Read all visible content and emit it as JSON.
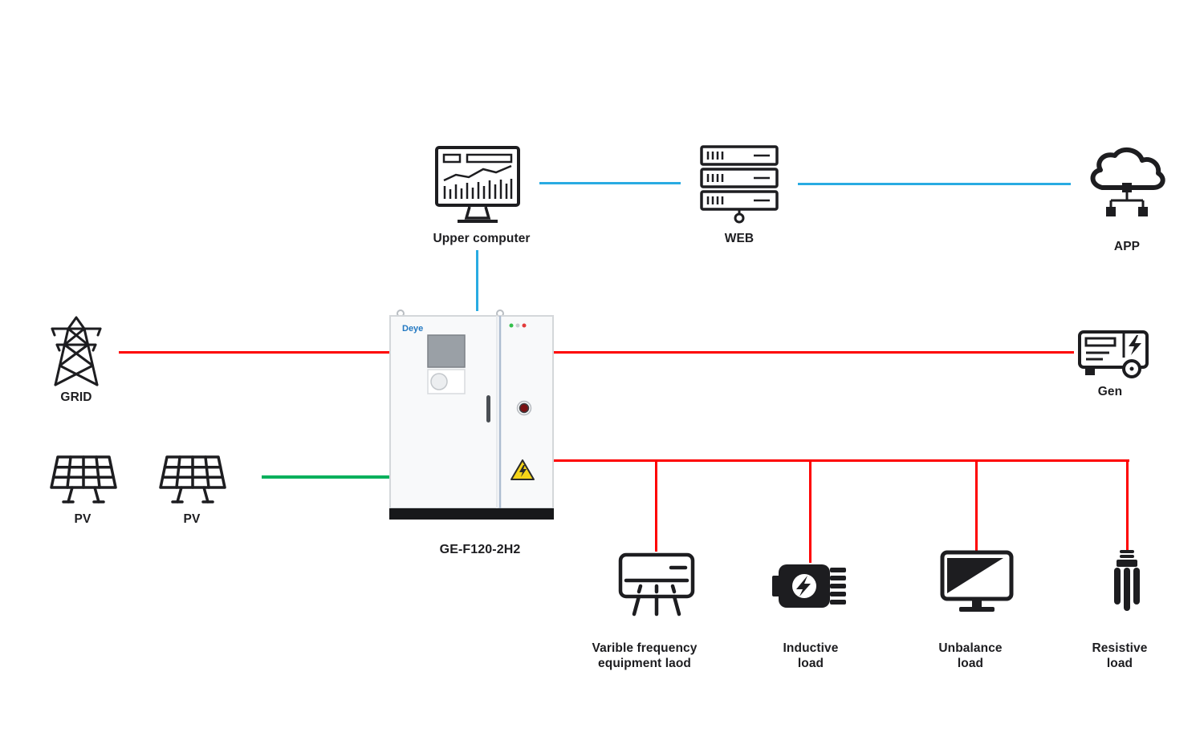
{
  "colors": {
    "communication_line": "#29abe2",
    "ac_line": "#fe0000",
    "pv_line": "#00b05c",
    "icon_color": "#1d1d20",
    "label_color": "#1d1d20",
    "warning_yellow": "#f5d418",
    "deye_blue": "#2479c2"
  },
  "nodes": {
    "upper_computer": {
      "label": "Upper computer"
    },
    "web": {
      "label": "WEB"
    },
    "app": {
      "label": "APP"
    },
    "grid": {
      "label": "GRID"
    },
    "gen": {
      "label": "Gen"
    },
    "pv_left": {
      "label": "PV"
    },
    "pv_right": {
      "label": "PV"
    },
    "cabinet": {
      "label": "GE-F120-2H2",
      "brand": "Deye"
    },
    "load_variable_frequency": {
      "line1": "Varible frequency",
      "line2": "equipment laod"
    },
    "load_inductive": {
      "line1": "Inductive",
      "line2": "load"
    },
    "load_unbalance": {
      "line1": "Unbalance",
      "line2": "load"
    },
    "load_resistive": {
      "line1": "Resistive",
      "line2": "load"
    }
  }
}
